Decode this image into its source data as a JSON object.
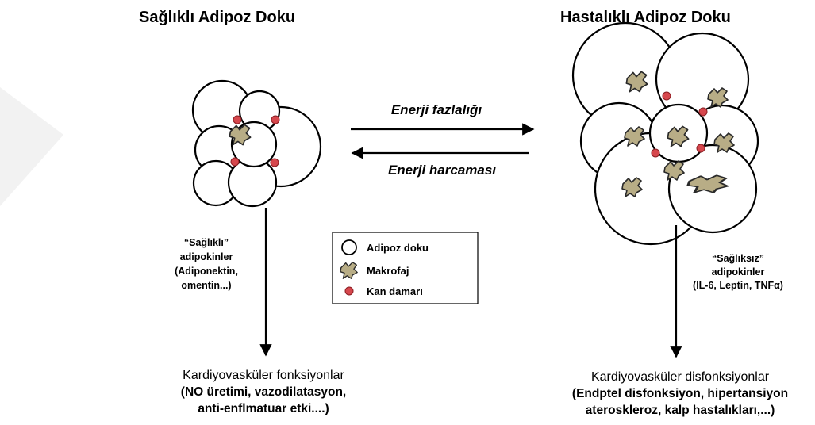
{
  "titles": {
    "healthy": "Sağlıklı Adipoz Doku",
    "diseased": "Hastalıklı Adipoz Doku"
  },
  "arrows": {
    "forward": "Enerji fazlalığı",
    "backward": "Enerji harcaması"
  },
  "healthy_adipokines": {
    "line1": "“Sağlıklı”",
    "line2": "adipokinler",
    "line3": "(Adiponektin,",
    "line4": "omentin...)"
  },
  "unhealthy_adipokines": {
    "line1": "“Sağlıksız”",
    "line2": "adipokinler",
    "line3": "(IL-6, Leptin, TNFα)"
  },
  "legend": {
    "adipose": "Adipoz doku",
    "macrophage": "Makrofaj",
    "vessel": "Kan damarı"
  },
  "healthy_outcome": {
    "line1": "Kardiyovasküler fonksiyonlar",
    "line2": "(NO üretimi, vazodilatasyon,",
    "line3": "anti-enflmatuar etki....)"
  },
  "diseased_outcome": {
    "line1": "Kardiyovasküler disfonksiyonlar",
    "line2": "(Endptel disfonksiyon, hipertansiyon",
    "line3": "ateroskleroz, kalp hastalıkları,...)"
  }
}
